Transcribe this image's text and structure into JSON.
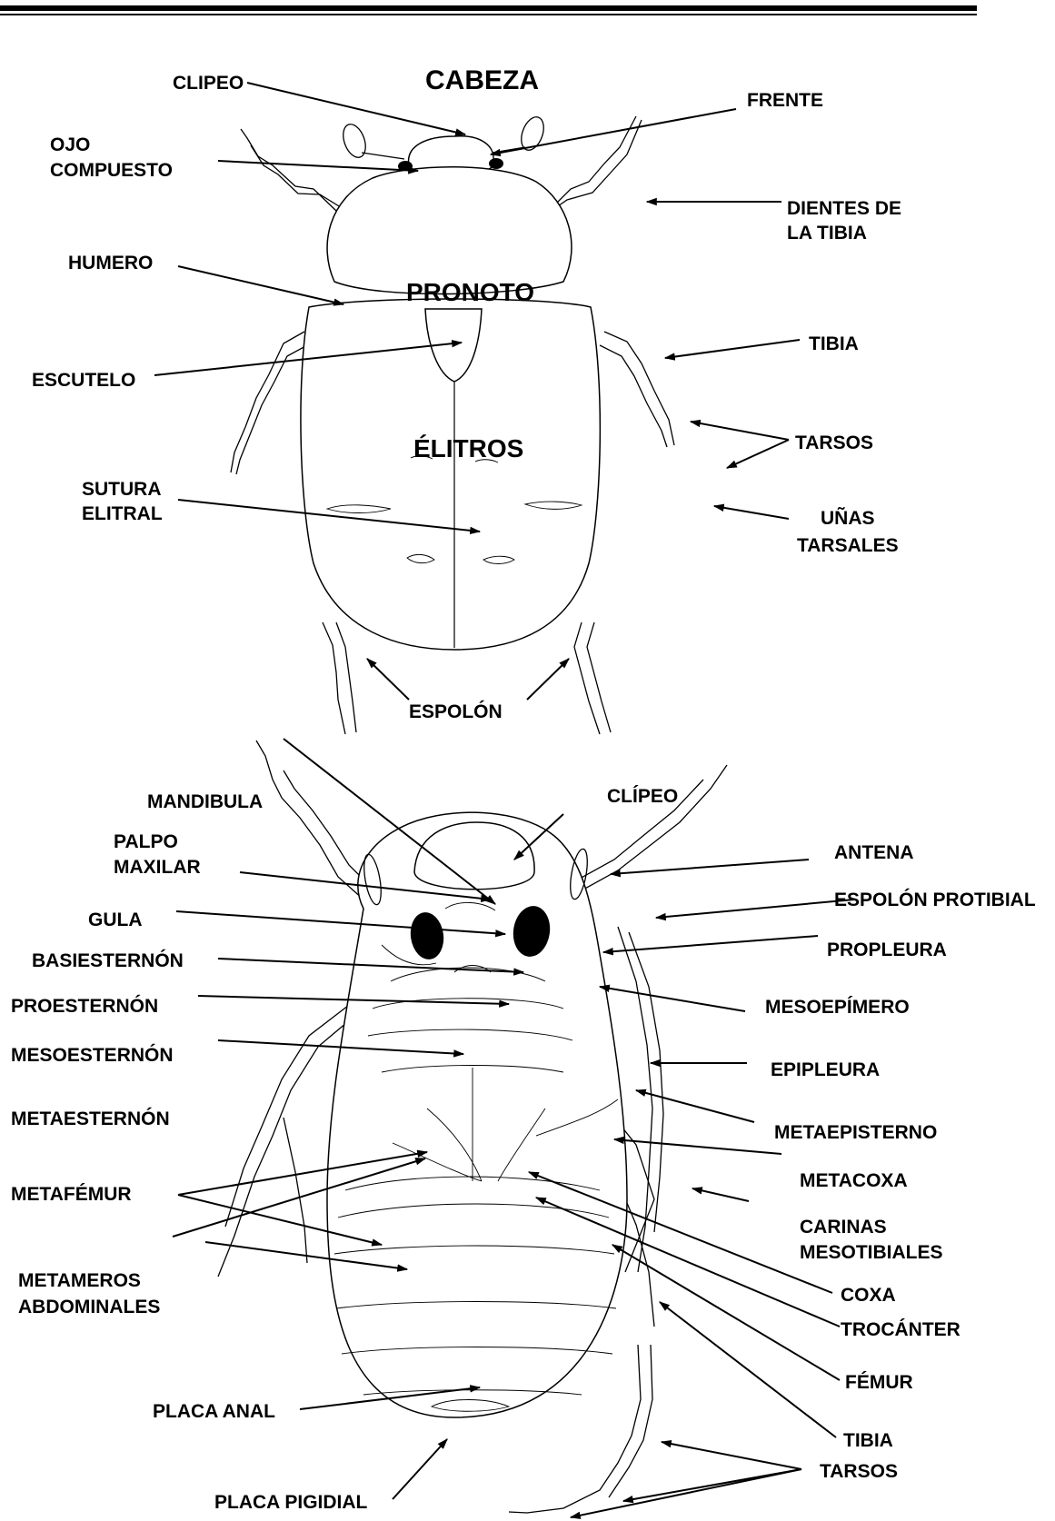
{
  "labels": {
    "cabeza": "CABEZA",
    "clipeo": "CLIPEO",
    "frente": "FRENTE",
    "ojo_1": "OJO",
    "ojo_2": "COMPUESTO",
    "dientes_1": "DIENTES DE",
    "dientes_2": "LA TIBIA",
    "humero": "HUMERO",
    "pronoto": "PRONOTO",
    "escutelo": "ESCUTELO",
    "tibia_top": "TIBIA",
    "elitros": "ÉLITROS",
    "tarsos_top": "TARSOS",
    "sutura_1": "SUTURA",
    "sutura_2": "ELITRAL",
    "unas_1": "UÑAS",
    "unas_2": "TARSALES",
    "espolon": "ESPOLÓN",
    "mandibula": "MANDIBULA",
    "clipeo_v": "CLÍPEO",
    "palpo_1": "PALPO",
    "palpo_2": "MAXILAR",
    "antena": "ANTENA",
    "gula": "GULA",
    "espolon_protibial": "ESPOLÓN PROTIBIAL",
    "basiesternon": "BASIESTERNÓN",
    "propleura": "PROPLEURA",
    "proesternon": "PROESTERNÓN",
    "mesoepimero": "MESOEPÍMERO",
    "mesoesternon": "MESOESTERNÓN",
    "epipleura": "EPIPLEURA",
    "metaesternon": "METAESTERNÓN",
    "metaepisterno": "METAEPISTERNO",
    "metafemur": "METAFÉMUR",
    "metacoxa": "METACOXA",
    "carinas_1": "CARINAS",
    "carinas_2": "MESOTIBIALES",
    "metameros_1": "METAMEROS",
    "metameros_2": "ABDOMINALES",
    "coxa": "COXA",
    "trocanter": "TROCÁNTER",
    "placa_anal": "PLACA ANAL",
    "femur": "FÉMUR",
    "tibia_bottom": "TIBIA",
    "tarsos_bottom": "TARSOS",
    "placa_pigidial": "PLACA PIGIDIAL"
  }
}
